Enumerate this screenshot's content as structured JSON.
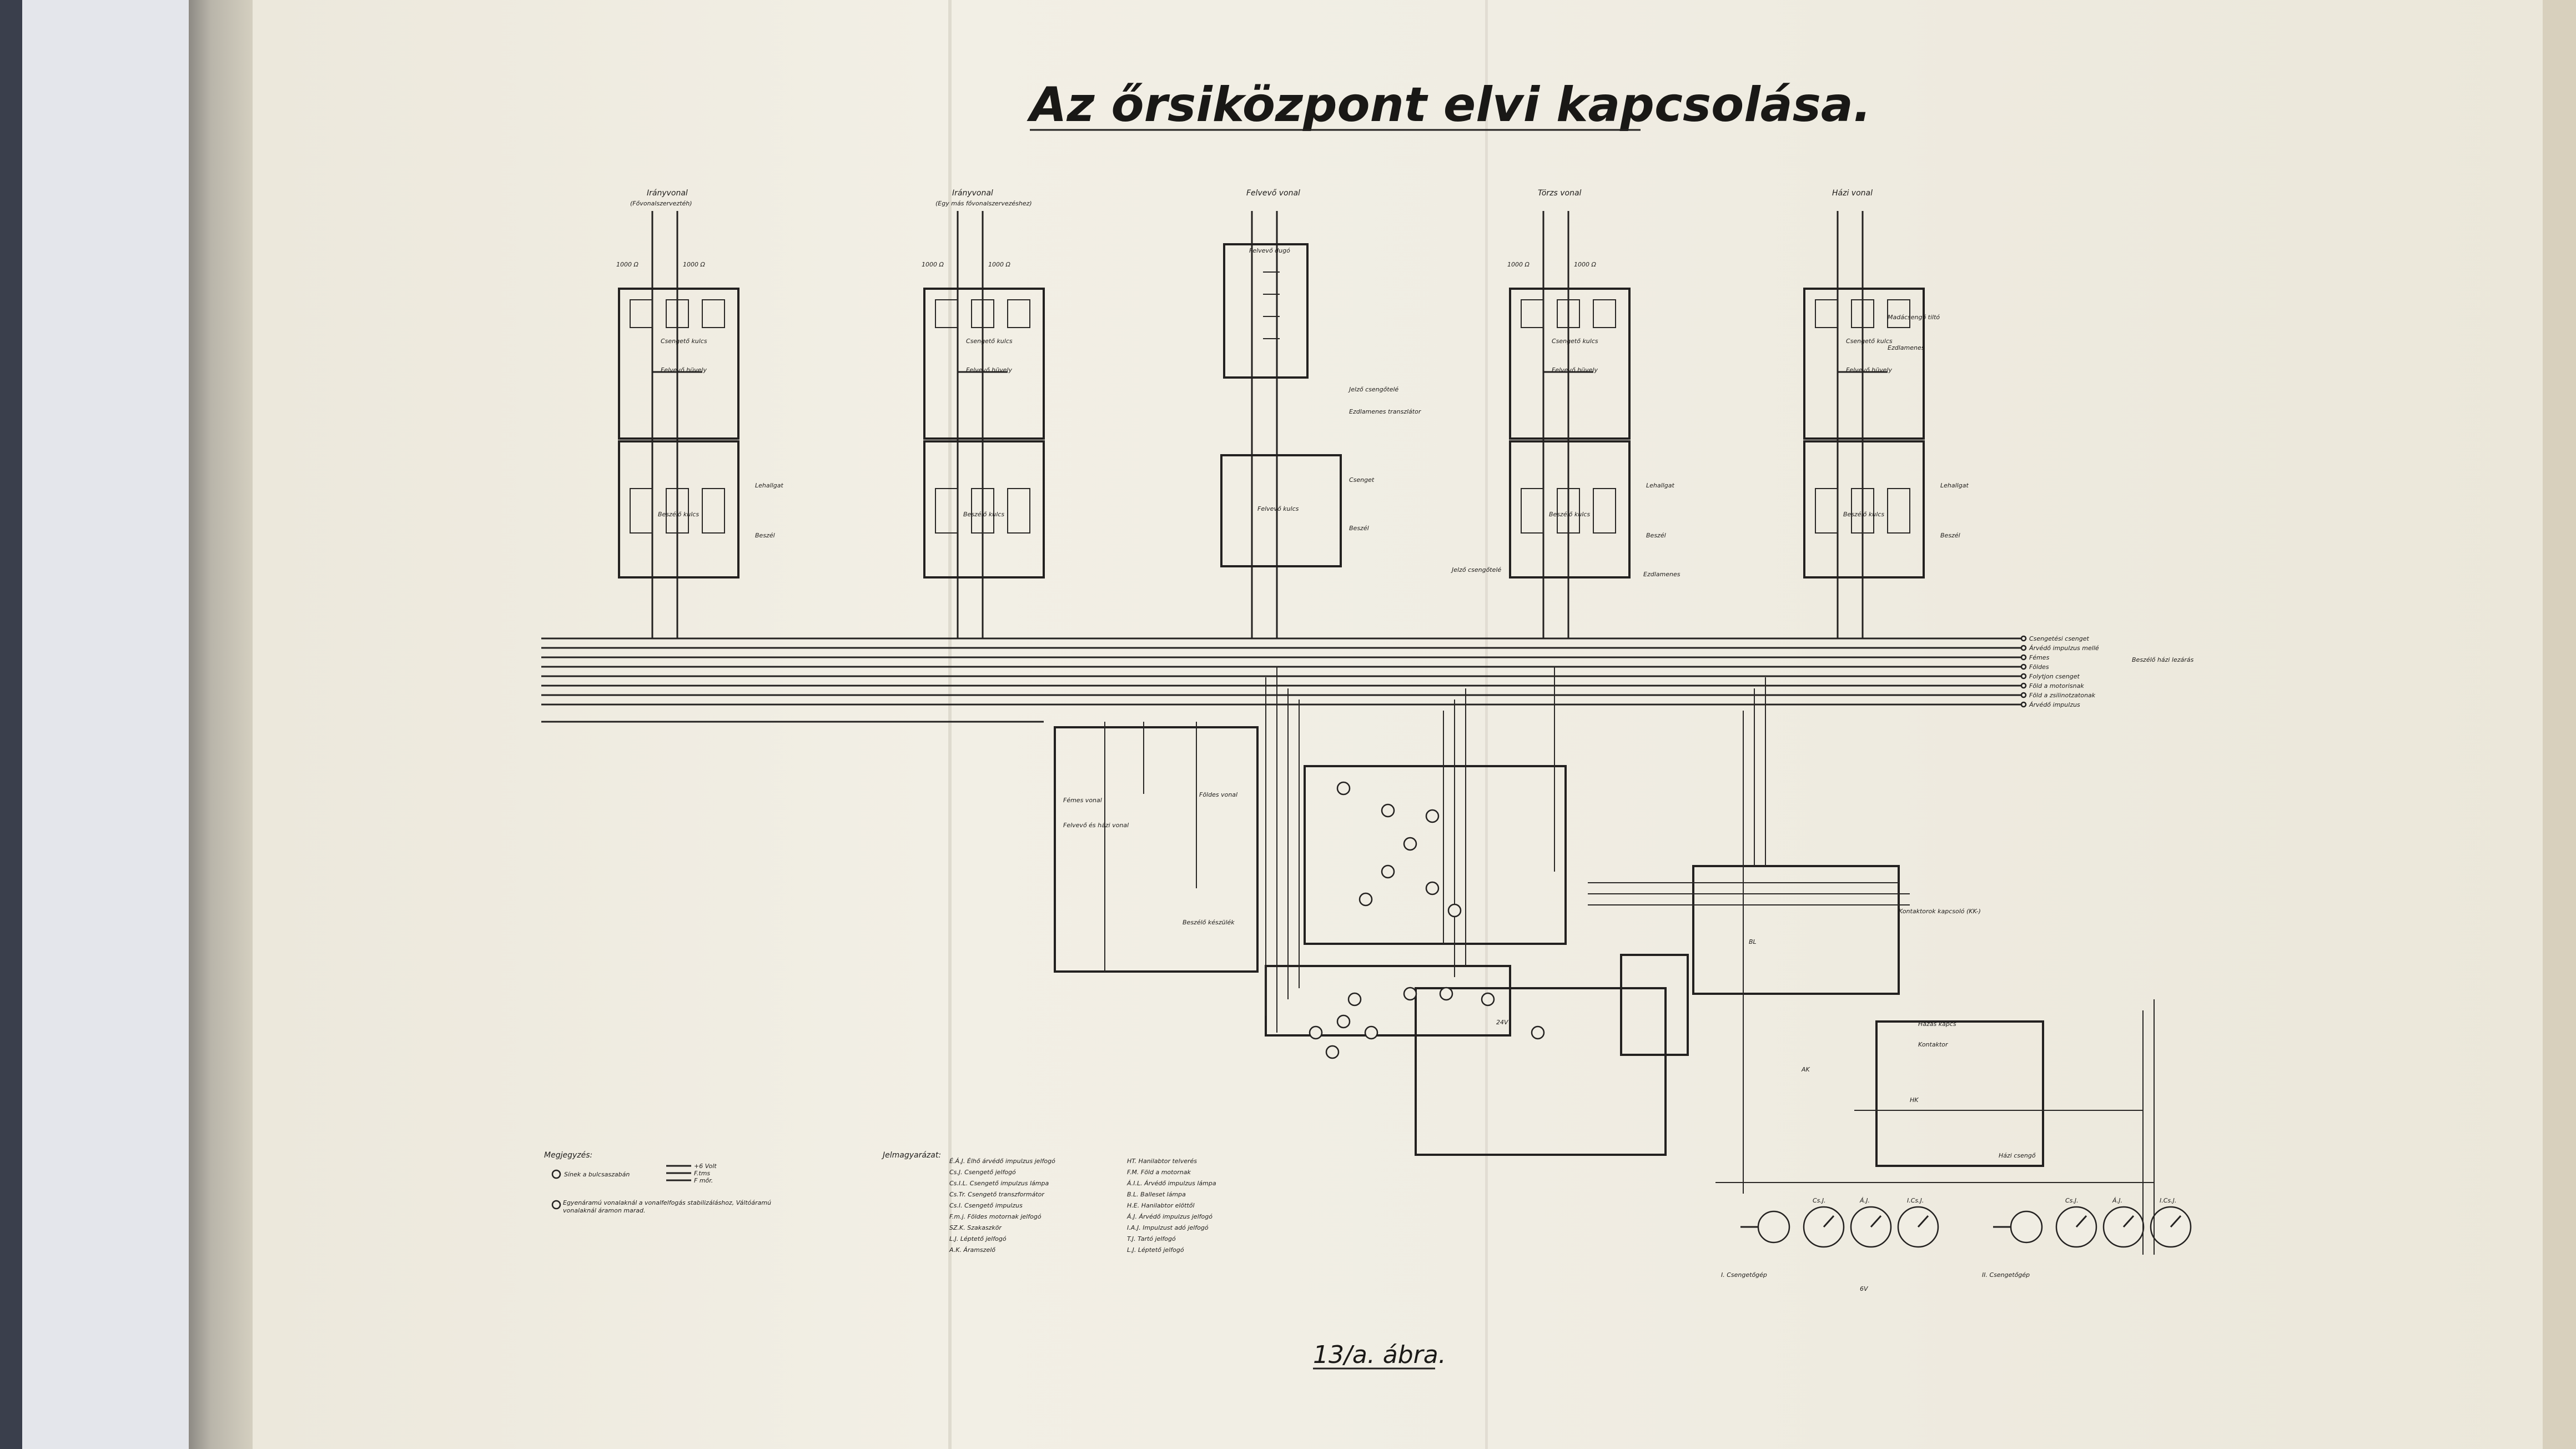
{
  "title": "Az őrsiközpont elvi kapcsolása.",
  "figure_caption": "13/a. ábra.",
  "line_units": [
    {
      "header": "Irányvonal",
      "subheader": "(Fővonalszerveztéh)",
      "ohm_left": "1000 Ω",
      "ohm_right": "1000 Ω",
      "key_ring": "Csengető kulcs",
      "jack": "Felvevő hüvely",
      "key_talk": "Beszélő kulcs",
      "side_upper": "Lehallgat",
      "side_lower": "Beszél"
    },
    {
      "header": "Irányvonal",
      "subheader": "(Egy más fővonalszervezéshez)",
      "ohm_left": "1000 Ω",
      "ohm_right": "1000 Ω",
      "key_ring": "Csengető kulcs",
      "jack": "Felvevő hüvely",
      "key_talk": "Beszélő kulcs",
      "side_upper": "",
      "side_lower": ""
    },
    {
      "header": "Felvevő vonal",
      "subheader": "",
      "plug": "Felvevő dugó",
      "cord_signal": "Jelző csengőtelé",
      "transformer": "Ezdlamenes transzlátor",
      "ring_label": "Csenget",
      "key_talk": "Felvevő kulcs",
      "talk_label": "Beszél"
    },
    {
      "header": "Törzs vonal",
      "subheader": "",
      "ohm_left": "1000 Ω",
      "ohm_right": "1000 Ω",
      "key_ring": "Csengető kulcs",
      "jack": "Felvevő hüvely",
      "key_talk": "Beszélő kulcs",
      "side_upper": "Lehallgat",
      "side_lower": "Beszél",
      "relay_left": "Jelző csengőtelé",
      "relay_right": "Ezdlamenes"
    },
    {
      "header": "Házi vonal",
      "subheader": "",
      "key_ring": "Csengető kulcs",
      "jack": "Felvevő hüvely",
      "key_talk": "Beszélő kulcs",
      "side_upper": "Lehallgat",
      "side_lower": "Beszél",
      "extra_1": "Madácsengő tiltó",
      "extra_2": "Ezdlamenes"
    }
  ],
  "bus_labels": [
    "Csengetési csenget",
    "Árvédő impulzus mellé",
    "Fémes",
    "Földes",
    "Folytjon csenget",
    "Föld a motorisnak",
    "Föld a zsilinotzatonak",
    "Árvédő impulzus"
  ],
  "bus_group_label": "Beszélő házi lezárás",
  "bottom_labels": {
    "femes_vonal": "Fémes vonal",
    "foldes_vonal": "Földes vonal",
    "felvevo_hazi": "Felvevő és házi vonal",
    "beszelo_keszulek": "Beszélő készülék",
    "hazis_kapcs": "Házas kapcs",
    "kontaktor_kapcsolo": "Kontaktorok kapcsoló (KK-)",
    "hazi_csengo": "Házi csengő",
    "csengeto_1": "I. Csengetőgép",
    "csengeto_2": "II. Csengetőgép",
    "ak": "AK",
    "bl": "BL",
    "hk": "HK",
    "kontaktor": "Kontaktor",
    "voltage_6v": "6V",
    "voltage_24v": "24V",
    "cs_j": "Cs.J.",
    "a_j": "Á.J.",
    "i_cs_j": "I.Cs.J."
  },
  "legend": {
    "title": "Megjegyzés:",
    "note_1": "Sínek a bulcsaszabán",
    "note_1_values": [
      "+6 Volt",
      "F.tms",
      "F mőr."
    ],
    "note_2": "Egyenáramú vonalaknál a vonalfelfogás stabilizáláshoz, Váltóáramú vonalaknál áramon marad."
  },
  "abbrev": {
    "title": "Jelmagyarázat:",
    "left": [
      "É.Á.J. Élhő árvédő impulzus jelfogó",
      "Cs.J. Csengető jelfogó",
      "Cs.I.L. Csengető impulzus lámpa",
      "Cs.Tr. Csengető transzformátor",
      "Cs.I. Csengető impulzus",
      "F.m.j. Földes motornak jelfogó",
      "SZ.K. Szakaszkör",
      "L.J. Léptető jelfogó",
      "A.K. Áramszelő"
    ],
    "right": [
      "HT. Hanilabtor telverés",
      "F.M. Föld a motornak",
      "Á.I.L. Árvédő impulzus lámpa",
      "B.L. Balleset lámpa",
      "H.E. Hanilabtor elöttől",
      "Á.J. Árvédő impulzus jelfogó",
      "I.A.J. Impulzust adó jelfogó",
      "T.J. Tartó jelfogó",
      "L.J. Léptető jelfogó"
    ]
  }
}
